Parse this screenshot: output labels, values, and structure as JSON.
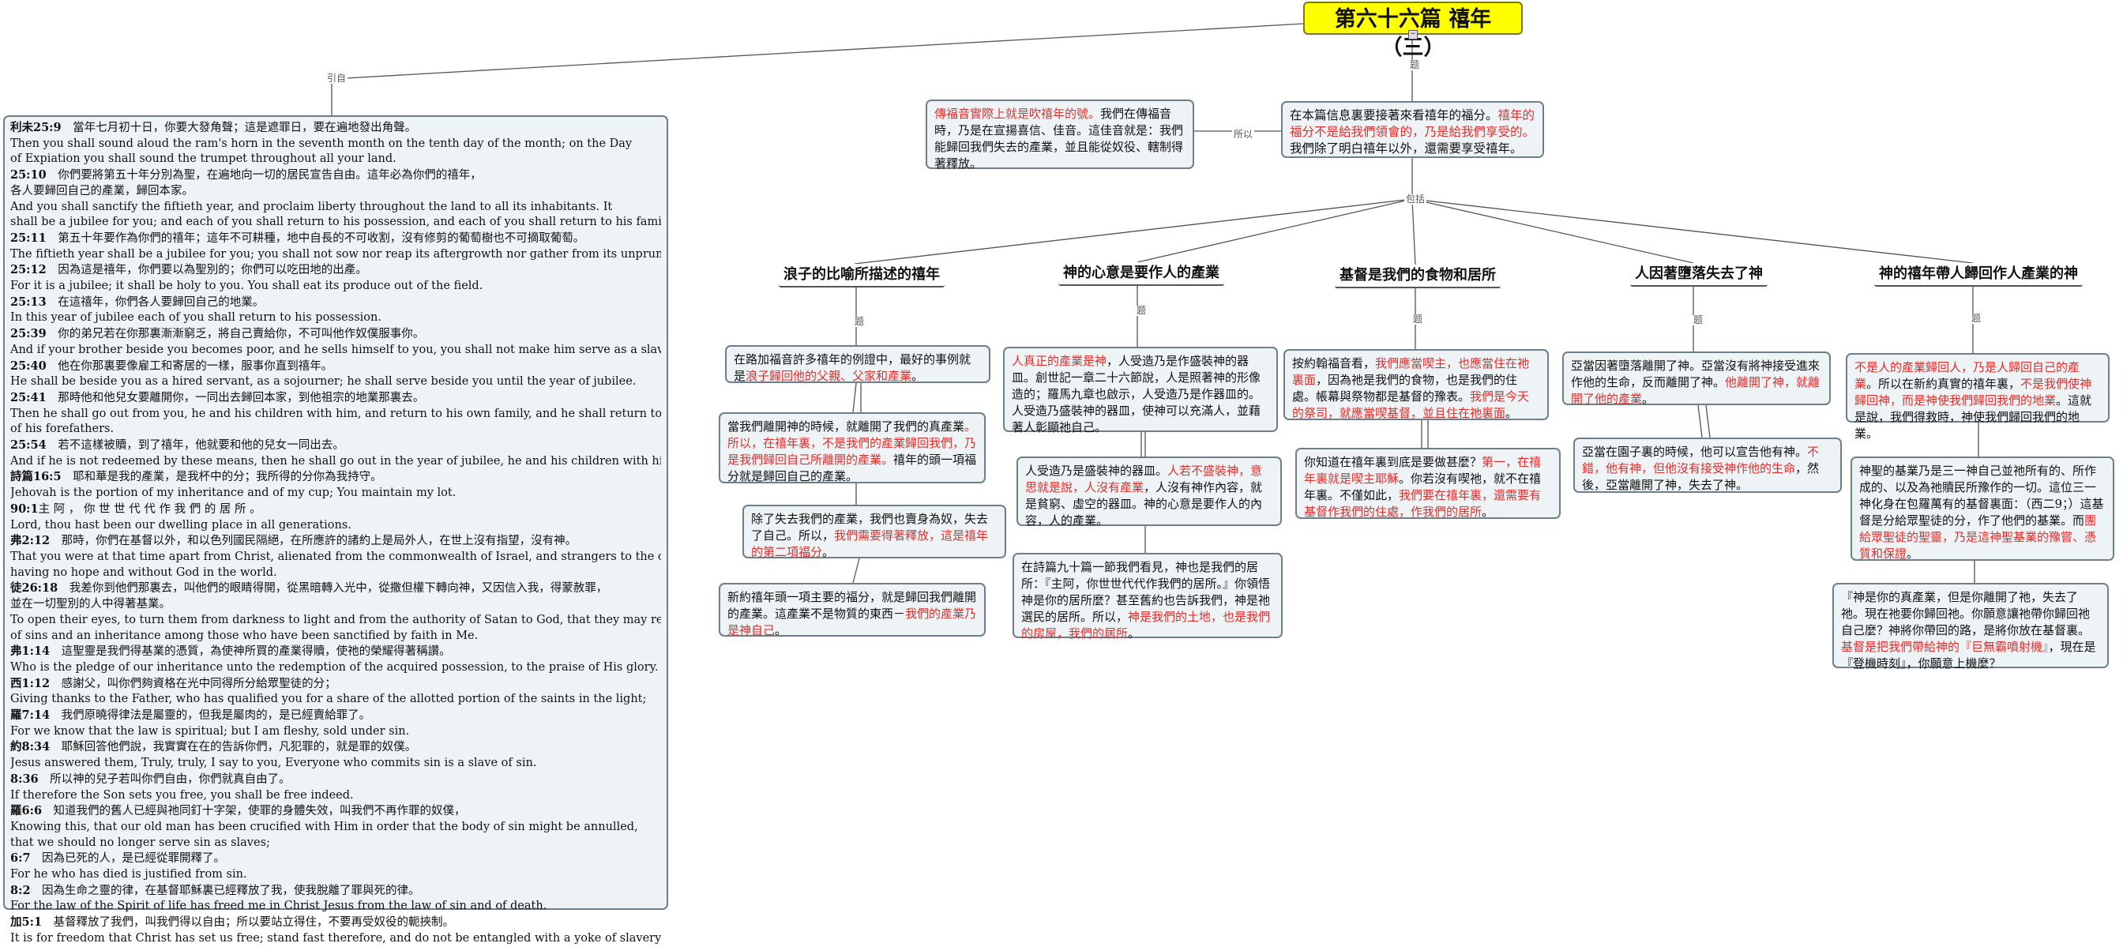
{
  "root": {
    "title": "第六十六篇 禧年（三）"
  },
  "labels": {
    "quote": "引自",
    "topic": "题",
    "so": "所以",
    "includes": "包括",
    "topic_a": "题",
    "topic_b": "题",
    "topic_c": "题",
    "topic_d": "题",
    "topic_e": "题"
  },
  "intro": {
    "main": [
      {
        "t": "在本篇信息裏要接著來看禧年的福分。",
        "red": false
      },
      {
        "t": "禧年的福分不是給我們領會的，乃是給我們享受的。",
        "red": true
      },
      {
        "t": "我們除了明白禧年以外，還需要享受禧年。",
        "red": false
      }
    ],
    "side": [
      {
        "t": "傳福音實際上就是吹禧年的號。",
        "red": true
      },
      {
        "t": "我們在傳福音時，乃是在宣揚喜信、佳音。這佳音就是：我們能歸回我們失去的產業，並且能從奴役、轄制得著釋放。",
        "red": false
      }
    ]
  },
  "branches": [
    {
      "heading": "浪子的比喻所描述的禧年",
      "notes": [
        [
          {
            "t": "在路加福音許多禧年的例證中，最好的事例就是",
            "red": false
          },
          {
            "t": "浪子歸回他的父親、父家和產業",
            "red": true
          },
          {
            "t": "。",
            "red": false
          }
        ],
        [
          {
            "t": "當我們離開神的時候，就離開了我們的真產業",
            "red": false
          },
          {
            "t": "。所以，在禧年裏，不是我們的產業歸回我們，乃是我們歸回自己所離開的產業。",
            "red": true
          },
          {
            "t": "禧年的頭一項福分就是歸回自己的產業。",
            "red": false
          }
        ],
        [
          {
            "t": "除了失去我們的產業，我們也賣身為奴，失去了自己。所以，",
            "red": false
          },
          {
            "t": "我們需要得著釋放，這是禧年的第二項福分",
            "red": true
          },
          {
            "t": "。",
            "red": false
          }
        ],
        [
          {
            "t": "新約禧年頭一項主要的福分，就是歸回我們離開的產業。這產業不是物質的東西－",
            "red": false
          },
          {
            "t": "我們的產業乃是神自己",
            "red": true
          },
          {
            "t": "。",
            "red": false
          }
        ]
      ]
    },
    {
      "heading": "神的心意是要作人的產業",
      "notes": [
        [
          {
            "t": "人真正的產業是神",
            "red": true
          },
          {
            "t": "，人受造乃是作盛裝神的器皿。創世記一章二十六節說，人是照著神的形像造的；羅馬九章也啟示，人受造乃是作器皿的。人受造乃盛裝神的器皿，使神可以充滿人，並藉著人彰顯祂自己。",
            "red": false
          }
        ],
        [
          {
            "t": "人受造乃是盛裝神的器皿。",
            "red": false
          },
          {
            "t": "人若不盛裝神，意思就是說，人沒有產業",
            "red": true
          },
          {
            "t": "，人沒有神作內容，就是貧窮、虛空的器皿。神的心意是要作人的內容，人的產業。",
            "red": false
          }
        ],
        [
          {
            "t": "在詩篇九十篇一節我們看見，神也是我們的居所：『主阿，你世世代代作我們的居所。』你領悟神是你的居所麼？甚至舊約也告訴我們，神是祂選民的居所。所以，",
            "red": false
          },
          {
            "t": "神是我們的土地，也是我們的房屋，我們的居所",
            "red": true
          },
          {
            "t": "。",
            "red": false
          }
        ]
      ]
    },
    {
      "heading": "基督是我們的食物和居所",
      "notes": [
        [
          {
            "t": "按約翰福音看，",
            "red": false
          },
          {
            "t": "我們應當喫主，也應當住在祂裏面",
            "red": true
          },
          {
            "t": "，因為祂是我們的食物，也是我們的住處。帳幕與祭物都是基督的豫表。",
            "red": false
          },
          {
            "t": "我們是今天的祭司，就應當喫基督，並且住在祂裏面",
            "red": true
          },
          {
            "t": "。",
            "red": false
          }
        ],
        [
          {
            "t": "你知道在禧年裏到底是要做甚麼？",
            "red": false
          },
          {
            "t": "第一，在禧年裏就是喫主耶穌",
            "red": true
          },
          {
            "t": "。你若沒有喫祂，就不在禧年裏。不僅如此，",
            "red": false
          },
          {
            "t": "我們要在禧年裏，還需要有基督作我們的住處，作我們的居所",
            "red": true
          },
          {
            "t": "。",
            "red": false
          }
        ]
      ]
    },
    {
      "heading": "人因著墮落失去了神",
      "notes": [
        [
          {
            "t": "亞當因著墮落離開了神。亞當沒有將神接受進來作他的生命，反而離開了神。",
            "red": false
          },
          {
            "t": "他離開了神，就離開了他的產業",
            "red": true
          },
          {
            "t": "。",
            "red": false
          }
        ],
        [
          {
            "t": "亞當在園子裏的時候，他可以宣告他有神。",
            "red": false
          },
          {
            "t": "不錯，他有神，但他沒有接受神作他的生命",
            "red": true
          },
          {
            "t": "，然後，亞當離開了神，失去了神。",
            "red": false
          }
        ]
      ]
    },
    {
      "heading": "神的禧年帶人歸回作人產業的神",
      "notes": [
        [
          {
            "t": "不是人的產業歸回人，乃是人歸回自己的產業",
            "red": true
          },
          {
            "t": "。所以在新約真實的禧年裏，",
            "red": false
          },
          {
            "t": "不是我們使神歸回神，而是神使我們歸回我們的地業",
            "red": true
          },
          {
            "t": "。這就是說，我們得救時，神使我們歸回我們的地業。",
            "red": false
          }
        ],
        [
          {
            "t": "神聖的基業乃是三一神自己並祂所有的、所作成的、以及為祂贖民所豫作的一切。這位三一神化身在包羅萬有的基督裏面：（西二9；）這基督是分給眾聖徒的分，作了他們的基業。而",
            "red": false
          },
          {
            "t": "團給眾聖徒的聖靈，乃是這神聖基業的豫嘗、憑質和保證",
            "red": true
          },
          {
            "t": "。",
            "red": false
          }
        ],
        [
          {
            "t": "『神是你的真產業，但是你離開了祂，失去了祂。現在祂要你歸回祂。你願意讓祂帶你歸回祂自己麼？神將你帶回的路，是將你放在基督裏。",
            "red": false
          },
          {
            "t": "基督是把我們帶給神的『巨無霸噴射機』",
            "red": true
          },
          {
            "t": "，現在是『登機時刻』，你願意上機麼？",
            "red": false
          }
        ]
      ]
    }
  ],
  "scripture": [
    [
      {
        "ref": "利未25:9",
        "t": "　當年七月初十日，你要大發角聲；這是遮罪日，要在遍地發出角聲。"
      }
    ],
    [
      {
        "ref": "",
        "t": "Then you shall sound aloud the ram's horn in the seventh month on the tenth day of the month; on the Day"
      }
    ],
    [
      {
        "ref": "",
        "t": " of Expiation you shall sound the trumpet throughout all your land."
      }
    ],
    [
      {
        "ref": "25:10",
        "t": "　你們要將第五十年分別為聖，在遍地向一切的居民宣告自由。這年必為你們的禧年，"
      }
    ],
    [
      {
        "ref": "",
        "t": "各人要歸回自己的產業，歸回本家。"
      }
    ],
    [
      {
        "ref": "",
        "t": "And you shall sanctify the fiftieth year, and proclaim liberty throughout the land to all its inhabitants. It"
      }
    ],
    [
      {
        "ref": "",
        "t": "shall be a jubilee for you; and each of you shall return to his possession, and each of you shall return to his family."
      }
    ],
    [
      {
        "ref": "25:11",
        "t": "　第五十年要作為你們的禧年；這年不可耕種，地中自長的不可收割，沒有修剪的葡萄樹也不可摘取葡萄。"
      }
    ],
    [
      {
        "ref": "",
        "t": "The fiftieth year shall be a jubilee for you; you shall not sow nor reap its aftergrowth nor gather from its unpruned vines."
      }
    ],
    [
      {
        "ref": "25:12",
        "t": "　因為這是禧年，你們要以為聖別的；你們可以吃田地的出產。"
      }
    ],
    [
      {
        "ref": "",
        "t": "For it is a jubilee; it shall be holy to you. You shall eat its produce out of the field."
      }
    ],
    [
      {
        "ref": "25:13",
        "t": "　在這禧年，你們各人要歸回自己的地業。"
      }
    ],
    [
      {
        "ref": "",
        "t": "In this year of jubilee each of you shall return to his possession."
      }
    ],
    [
      {
        "ref": "25:39",
        "t": "　你的弟兄若在你那裏漸漸窮乏，將自己賣給你，不可叫他作奴僕服事你。"
      }
    ],
    [
      {
        "ref": "",
        "t": "And if your brother beside you becomes poor, and he sells himself to you, you shall not make him serve as a slave."
      }
    ],
    [
      {
        "ref": "25:40",
        "t": "　他在你那裏要像雇工和寄居的一樣，服事你直到禧年。"
      }
    ],
    [
      {
        "ref": "",
        "t": "He shall be beside you as a hired servant, as a sojourner; he shall serve beside you until the year of jubilee."
      }
    ],
    [
      {
        "ref": "25:41",
        "t": "　那時他和他兒女要離開你，一同出去歸回本家，到他祖宗的地業那裏去。"
      }
    ],
    [
      {
        "ref": "",
        "t": "Then he shall go out from you, he and his children with him, and return to his own family, and he shall return to the possession"
      }
    ],
    [
      {
        "ref": "",
        "t": "of his forefathers."
      }
    ],
    [
      {
        "ref": "25:54",
        "t": "　若不這樣被贖，到了禧年，他就要和他的兒女一同出去。"
      }
    ],
    [
      {
        "ref": "",
        "t": "And if he is not redeemed by these means, then he shall go out in the year of jubilee, he and his children with him."
      }
    ],
    [
      {
        "ref": "詩篇16:5",
        "t": "　耶和華是我的產業，是我杯中的分；我所得的分你為我持守。"
      }
    ],
    [
      {
        "ref": "",
        "t": "Jehovah is the portion of my inheritance and of my cup; You maintain my lot."
      }
    ],
    [
      {
        "ref": "90:1",
        "t": "主 阿 ， 你 世 世 代 代 作 我 們 的 居 所 。"
      }
    ],
    [
      {
        "ref": "",
        "t": "Lord, thou hast been our dwelling place in all generations."
      }
    ],
    [
      {
        "ref": "弗2:12",
        "t": "　那時，你們在基督以外，和以色列國民隔絕，在所應許的諸約上是局外人，在世上沒有指望，沒有神。"
      }
    ],
    [
      {
        "ref": "",
        "t": "That you were at that time apart from Christ, alienated from the commonwealth of Israel, and strangers to the covenants of the promise,"
      }
    ],
    [
      {
        "ref": "",
        "t": "having no hope and without God in the world."
      }
    ],
    [
      {
        "ref": "徒26:18",
        "t": "　我差你到他們那裏去，叫他們的眼睛得開，從黑暗轉入光中，從撒但權下轉向神，又因信入我，得蒙赦罪，"
      }
    ],
    [
      {
        "ref": "",
        "t": "並在一切聖別的人中得著基業。"
      }
    ],
    [
      {
        "ref": "",
        "t": "To open their eyes, to turn them from darkness to light and from the authority of Satan to God, that they may receive forgiveness"
      }
    ],
    [
      {
        "ref": "",
        "t": "of sins and an inheritance among those who have been sanctified by faith in Me."
      }
    ],
    [
      {
        "ref": "弗1:14",
        "t": "　這聖靈是我們得基業的憑質，為使神所買的產業得贖，使祂的榮耀得著稱讚。"
      }
    ],
    [
      {
        "ref": "",
        "t": "Who is the pledge of our inheritance unto the redemption of the acquired possession, to the praise of His glory."
      }
    ],
    [
      {
        "ref": "西1:12",
        "t": "　感謝父，叫你們夠資格在光中同得所分給眾聖徒的分；"
      }
    ],
    [
      {
        "ref": "",
        "t": "Giving thanks to the Father, who has qualified you for a share of the allotted portion of the saints in the light;"
      }
    ],
    [
      {
        "ref": "羅7:14",
        "t": "　我們原曉得律法是屬靈的，但我是屬肉的，是已經賣給罪了。"
      }
    ],
    [
      {
        "ref": "",
        "t": "For we know that the law is spiritual; but I am fleshy, sold under sin."
      }
    ],
    [
      {
        "ref": "約8:34",
        "t": "　耶穌回答他們說，我實實在在的告訴你們，凡犯罪的，就是罪的奴僕。"
      }
    ],
    [
      {
        "ref": "",
        "t": "Jesus answered them, Truly, truly, I say to you, Everyone who commits sin is a slave of sin."
      }
    ],
    [
      {
        "ref": "8:36",
        "t": "　所以神的兒子若叫你們自由，你們就真自由了。"
      }
    ],
    [
      {
        "ref": "",
        "t": "If therefore the Son sets you free, you shall be free indeed."
      }
    ],
    [
      {
        "ref": "羅6:6",
        "t": "　知道我們的舊人已經與祂同釘十字架，使罪的身體失效，叫我們不再作罪的奴僕，"
      }
    ],
    [
      {
        "ref": "",
        "t": "Knowing this, that our old man has been crucified with Him in order that the body of sin might be annulled,"
      }
    ],
    [
      {
        "ref": "",
        "t": "that we should no longer serve sin as slaves;"
      }
    ],
    [
      {
        "ref": "6:7",
        "t": "　因為已死的人，是已經從罪開釋了。"
      }
    ],
    [
      {
        "ref": "",
        "t": "For he who has died is justified from sin."
      }
    ],
    [
      {
        "ref": "8:2",
        "t": "　因為生命之靈的律，在基督耶穌裏已經釋放了我，使我脫離了罪與死的律。"
      }
    ],
    [
      {
        "ref": "",
        "t": "For the law of the Spirit of life has freed me in Christ Jesus from the law of sin and of death."
      }
    ],
    [
      {
        "ref": "加5:1",
        "t": "　基督釋放了我們，叫我們得以自由；所以要站立得住，不要再受奴役的軛挾制。"
      }
    ],
    [
      {
        "ref": "",
        "t": "It is for freedom that Christ has set us free; stand fast therefore, and do not be entangled with a yoke of slavery again."
      }
    ]
  ]
}
